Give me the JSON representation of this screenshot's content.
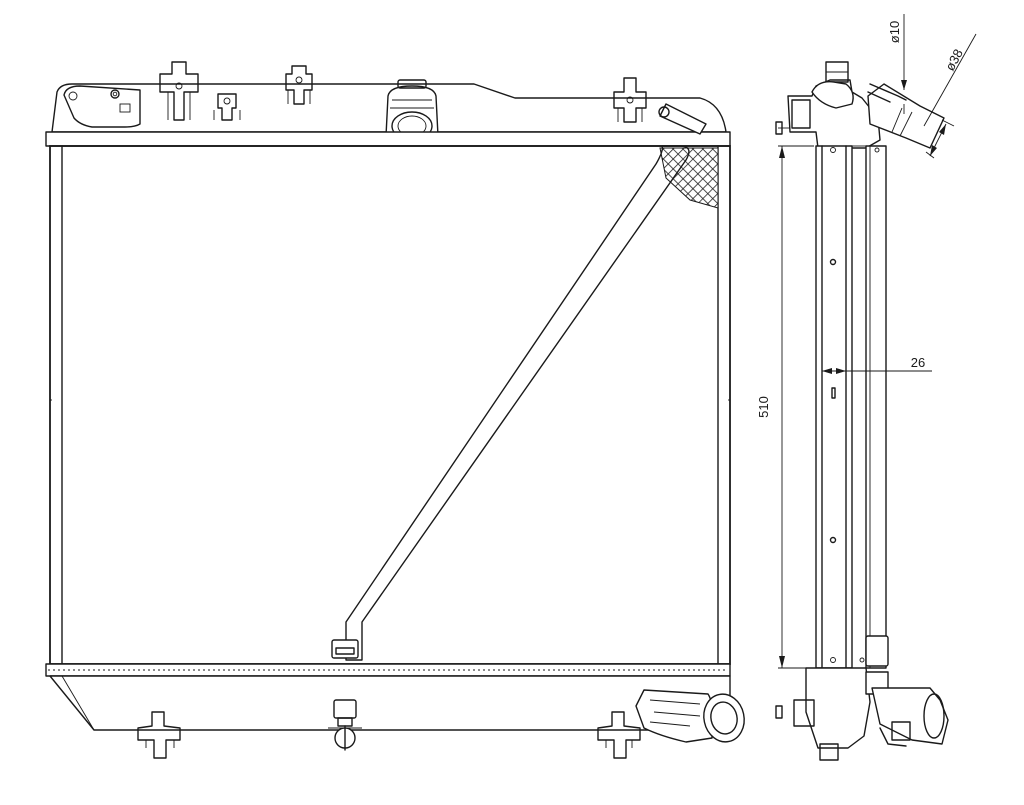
{
  "dimensions": {
    "height_label": "510",
    "depth_label": "26",
    "inlet_small_label": "ø10",
    "outlet_large_label": "ø38"
  }
}
